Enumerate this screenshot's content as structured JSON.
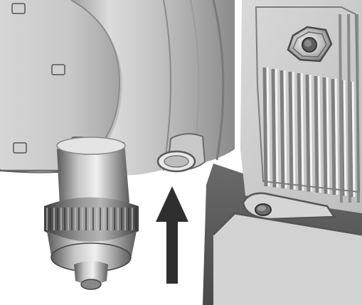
{
  "figure": {
    "description_visible_text": "",
    "labels": []
  },
  "components": {
    "motor_housing": {
      "name": "motor-housing"
    },
    "bolt_heads": {
      "count": 4
    },
    "knob": {
      "name": "adjustment-knob"
    },
    "port": {
      "name": "drain-port"
    },
    "gearbox": {
      "name": "finned-gearbox"
    },
    "hex_nut": {
      "name": "hex-nut"
    },
    "mount_foot": {
      "name": "mounting-foot"
    },
    "arrow": {
      "name": "up-arrow",
      "direction": "up"
    }
  },
  "colors": {
    "background": "#ffffff",
    "metal_light": "#e6e6e6",
    "metal_mid": "#b5b5b5",
    "metal_dark": "#6d6d6d",
    "shadow": "#4c4c4c",
    "arrow": "#2f2f2f"
  }
}
